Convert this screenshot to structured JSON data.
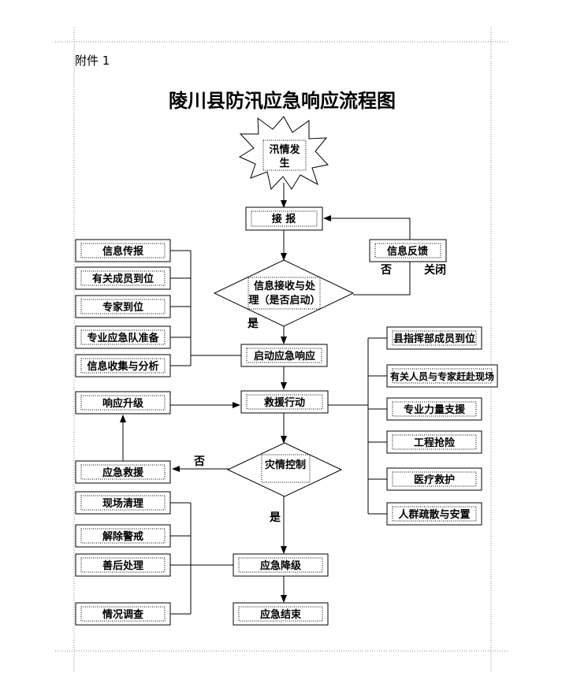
{
  "document": {
    "attachment": "附件 1",
    "title": "陵川县防汛应急响应流程图"
  },
  "nodes": {
    "start": "汛情发生",
    "start_line1": "汛情发",
    "start_line2": "生",
    "receive_report": "接 报",
    "info_feedback": "信息反馈",
    "info_process_line1": "信息接收与处",
    "info_process_line2": "理（是否启动）",
    "start_response": "启动应急响应",
    "rescue_action": "救援行动",
    "disaster_control": "灾情控制",
    "emergency_rescue": "应急救援",
    "response_upgrade": "响应升级",
    "downgrade": "应急降级",
    "end": "应急结束"
  },
  "left_tasks_top": [
    "信息传报",
    "有关成员到位",
    "专家到位",
    "专业应急队准备",
    "信息收集与分析"
  ],
  "right_tasks": [
    "县指挥部成员到位",
    "有关人员与专家赶赴现场",
    "专业力量支援",
    "工程抢险",
    "医疗救护",
    "人群疏散与安置"
  ],
  "left_tasks_bottom": [
    "现场清理",
    "解除警戒",
    "善后处理",
    "情况调查"
  ],
  "edge_labels": {
    "no_top": "否",
    "close": "关闭",
    "yes_top": "是",
    "no_mid": "否",
    "yes_mid": "是"
  }
}
